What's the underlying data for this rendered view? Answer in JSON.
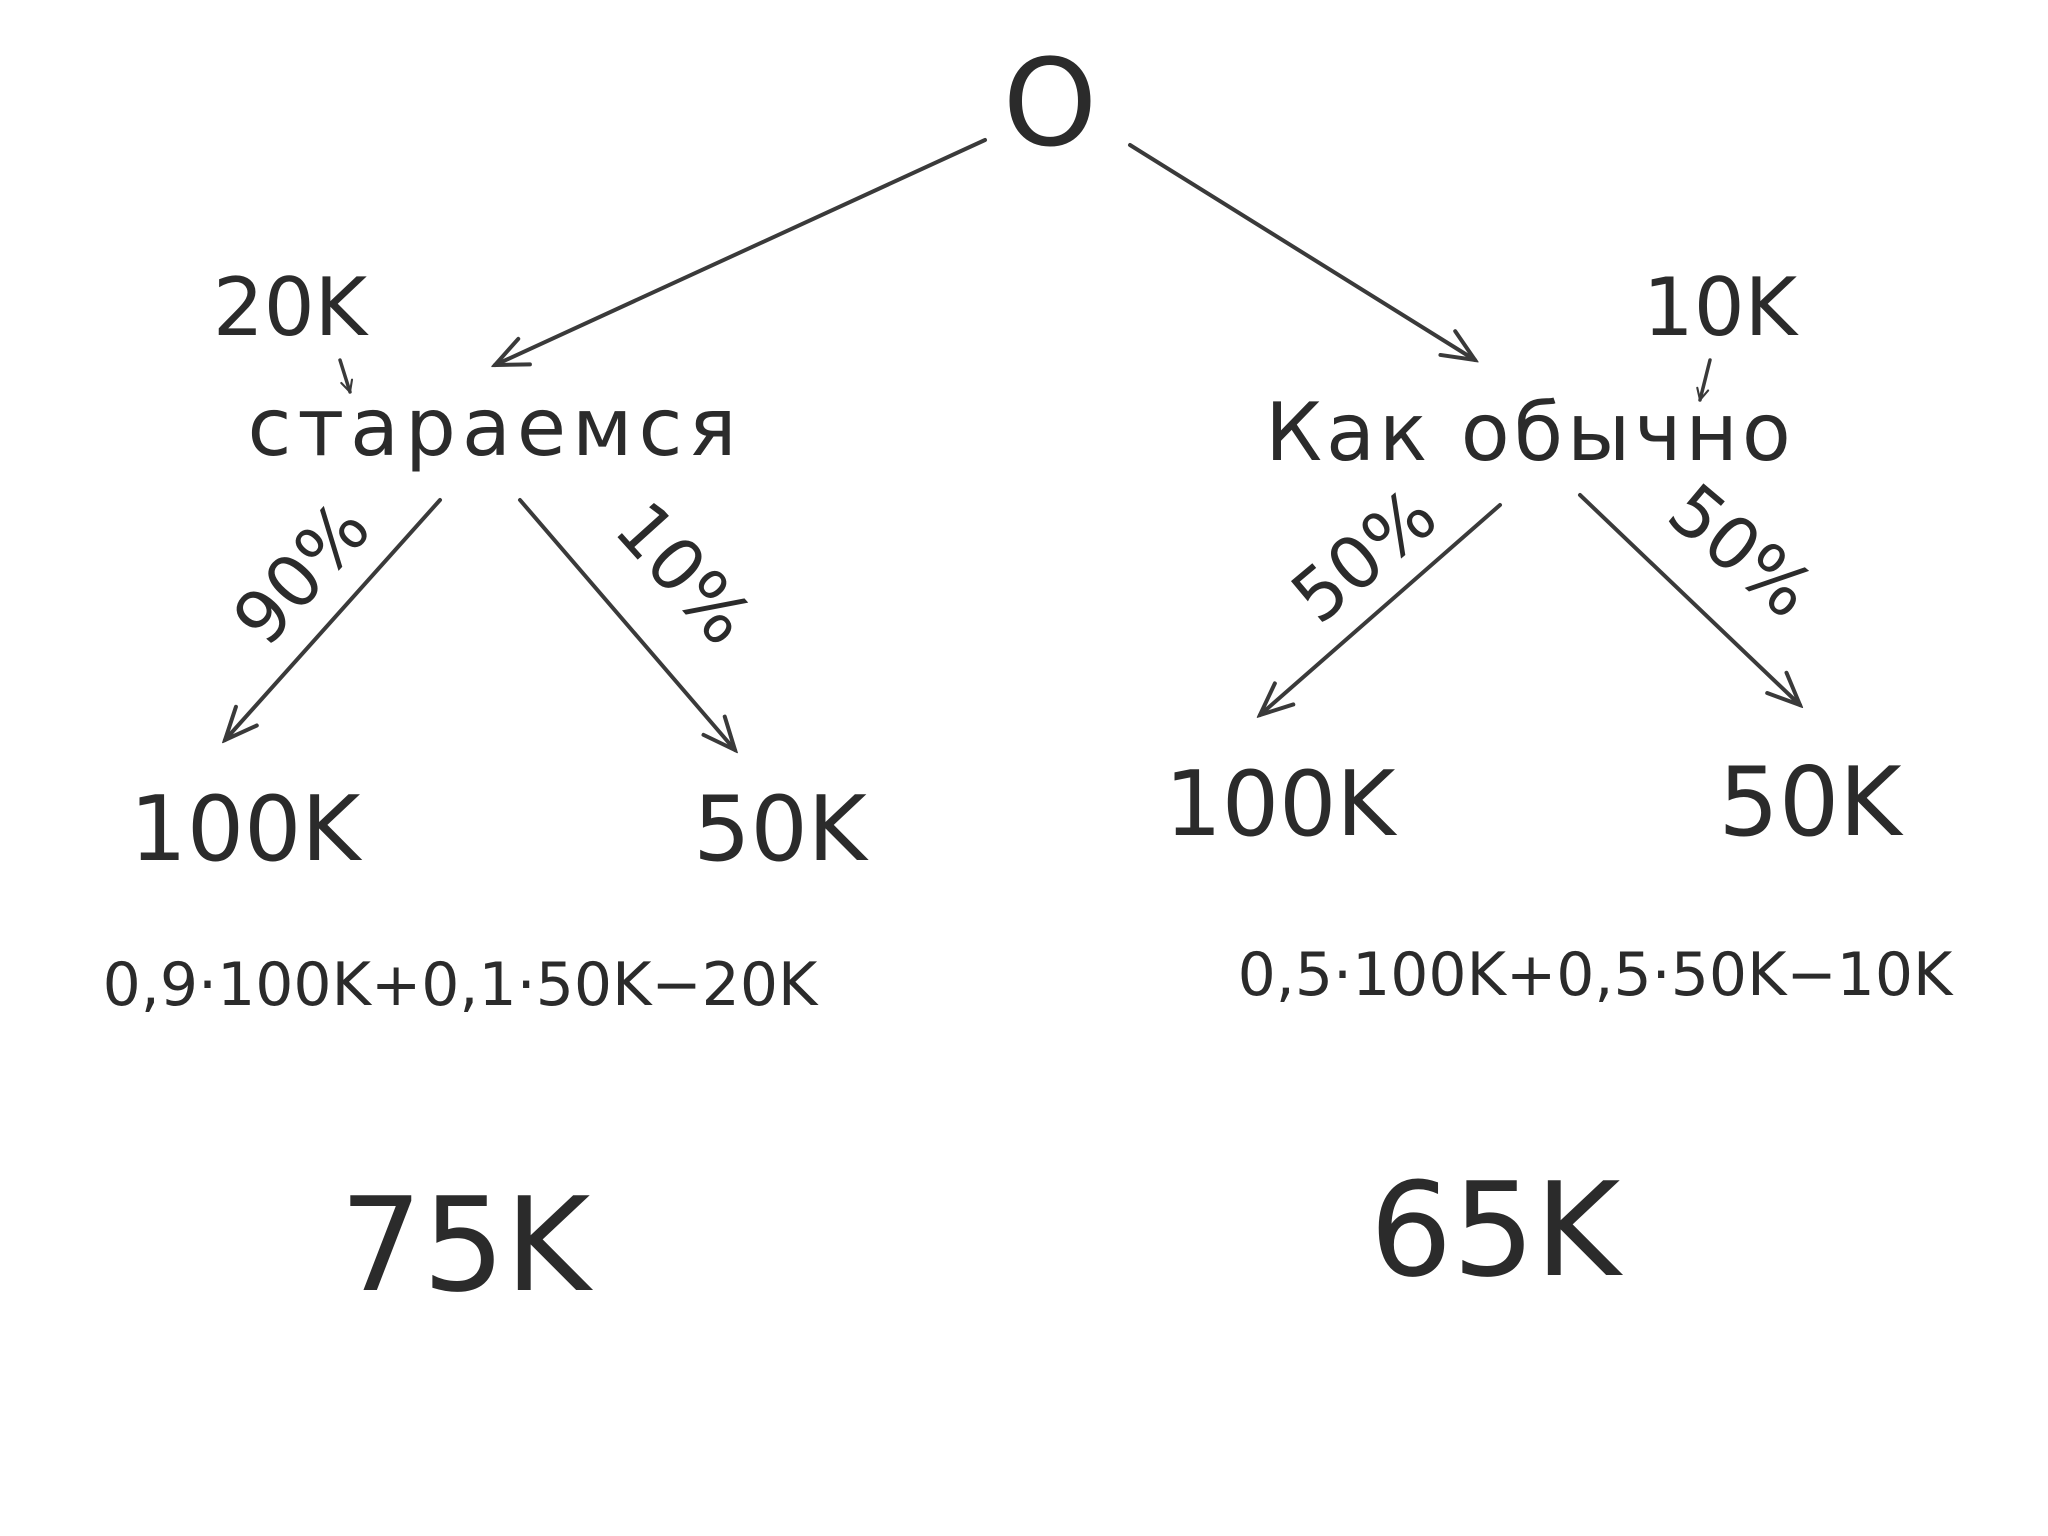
{
  "root": {
    "label": "O"
  },
  "branches": {
    "left": {
      "cost": "20K",
      "label": "стараемся",
      "outcomes": [
        {
          "probability": "90%",
          "value": "100K"
        },
        {
          "probability": "10%",
          "value": "50K"
        }
      ],
      "formula": "0,9·100K+0,1·50K−20K",
      "result": "75K"
    },
    "right": {
      "cost": "10K",
      "label": "Как обычно",
      "outcomes": [
        {
          "probability": "50%",
          "value": "100K"
        },
        {
          "probability": "50%",
          "value": "50K"
        }
      ],
      "formula": "0,5·100K+0,5·50K−10K",
      "result": "65K"
    }
  },
  "colors": {
    "ink": "#2b2b2b",
    "background": "#ffffff"
  }
}
